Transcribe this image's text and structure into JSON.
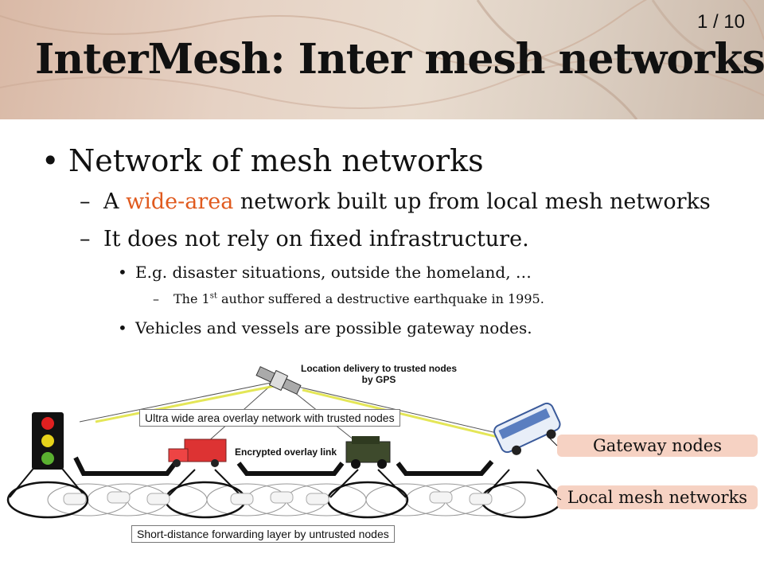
{
  "slide": {
    "title": "InterMesh: Inter mesh networks",
    "page_number": "1 / 10"
  },
  "bullets": {
    "level1": "Network of mesh networks",
    "level2_1_pre": "A ",
    "level2_1_accent": "wide-area",
    "level2_1_post": " network built up from local mesh networks",
    "level2_2": "It does not rely on fixed infrastructure.",
    "level3_1": "E.g. disaster situations, outside the homeland, …",
    "level4_1_pre": "The 1",
    "level4_1_sup": "st",
    "level4_1_post": " author suffered a destructive earthquake in 1995.",
    "level3_2": "Vehicles and vessels are possible gateway nodes."
  },
  "diagram": {
    "gps_label_line1": "Location delivery to trusted nodes",
    "gps_label_line2": "by GPS",
    "overlay_label": "Ultra wide area overlay network with trusted nodes",
    "encrypted_label": "Encrypted overlay link",
    "forwarding_label": "Short-distance forwarding layer by untrusted nodes",
    "gateway_tag": "Gateway nodes",
    "mesh_tag": "Local mesh networks"
  },
  "colors": {
    "accent": "#e05a1e",
    "tag_bg": "#f6d2c3"
  }
}
